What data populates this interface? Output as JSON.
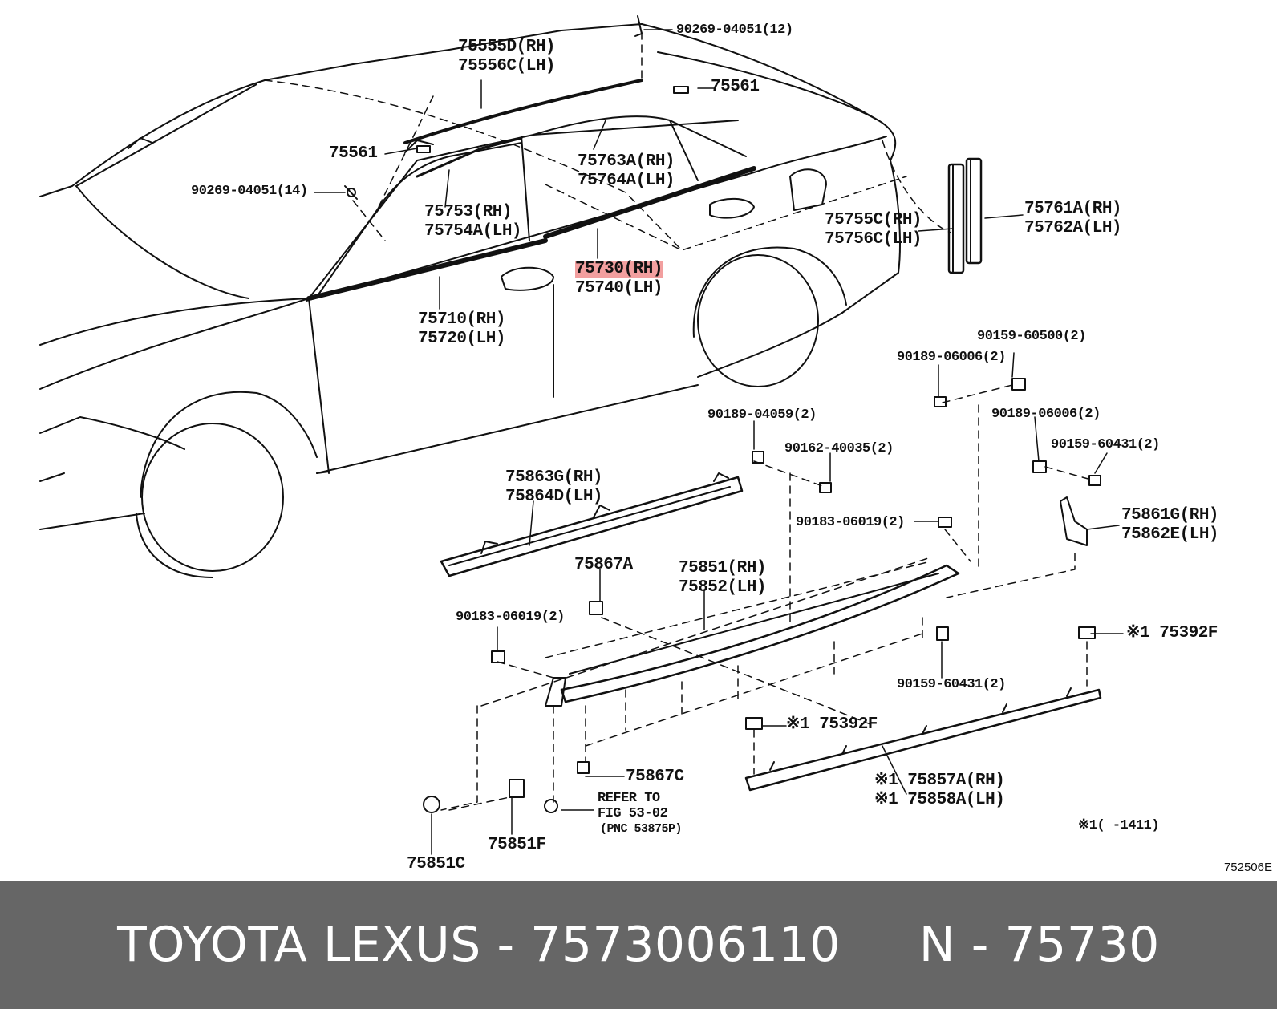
{
  "diagram": {
    "labels": {
      "c90269_12": "90269-04051(12)",
      "c75555d": "75555D(RH)",
      "c75556c": "75556C(LH)",
      "c75561_top": "75561",
      "c75561_left": "75561",
      "c90269_14": "90269-04051(14)",
      "c75763a": "75763A(RH)",
      "c75764a": "75764A(LH)",
      "c75753": "75753(RH)",
      "c75754a": "75754A(LH)",
      "c75755c": "75755C(RH)",
      "c75756c": "75756C(LH)",
      "c75761a": "75761A(RH)",
      "c75762a": "75762A(LH)",
      "c75730": "75730(RH)",
      "c75740": "75740(LH)",
      "c75710": "75710(RH)",
      "c75720": "75720(LH)",
      "c90159_500": "90159-60500(2)",
      "c90189_006a": "90189-06006(2)",
      "c90189_059": "90189-04059(2)",
      "c90189_006b": "90189-06006(2)",
      "c90162": "90162-40035(2)",
      "c90159_431a": "90159-60431(2)",
      "c75863g": "75863G(RH)",
      "c75864d": "75864D(LH)",
      "c90183_019a": "90183-06019(2)",
      "c75861g": "75861G(RH)",
      "c75862e": "75862E(LH)",
      "c75867a": "75867A",
      "c75851": "75851(RH)",
      "c75852": "75852(LH)",
      "c90183_019b": "90183-06019(2)",
      "c75392f_a": "※1 75392F",
      "c90159_431b": "90159-60431(2)",
      "c75392f_b": "※1 75392F",
      "c75867c": "75867C",
      "refer1": "REFER TO",
      "refer2": "FIG 53-02",
      "refer3": "(PNC 53875P)",
      "c75857a": "※1 75857A(RH)",
      "c75858a": "※1 75858A(LH)",
      "note": "※1(     -1411)",
      "c75851f": "75851F",
      "c75851c": "75851C"
    },
    "code": "752506E",
    "highlight_color": "#e85050"
  },
  "footer": {
    "brand": "TOYOTA LEXUS",
    "sep1": " - ",
    "part_number": "7573006110",
    "gap": "     ",
    "n_prefix": "N",
    "sep2": " - ",
    "pnc": "75730",
    "bg_color": "#666666"
  }
}
